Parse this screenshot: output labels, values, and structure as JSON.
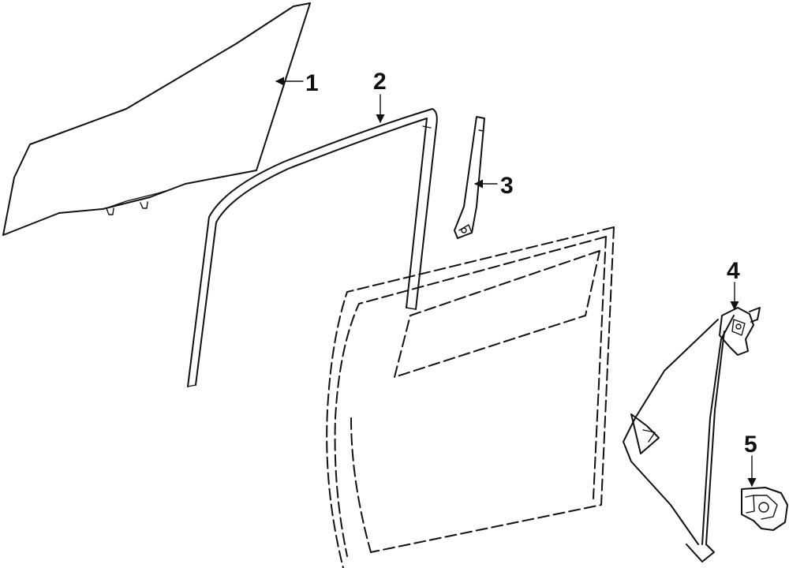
{
  "diagram": {
    "callouts": [
      {
        "id": "1",
        "label": "1"
      },
      {
        "id": "2",
        "label": "2"
      },
      {
        "id": "3",
        "label": "3"
      },
      {
        "id": "4",
        "label": "4"
      },
      {
        "id": "5",
        "label": "5"
      }
    ],
    "colors": {
      "stroke": "#111111",
      "background": "#ffffff"
    }
  }
}
